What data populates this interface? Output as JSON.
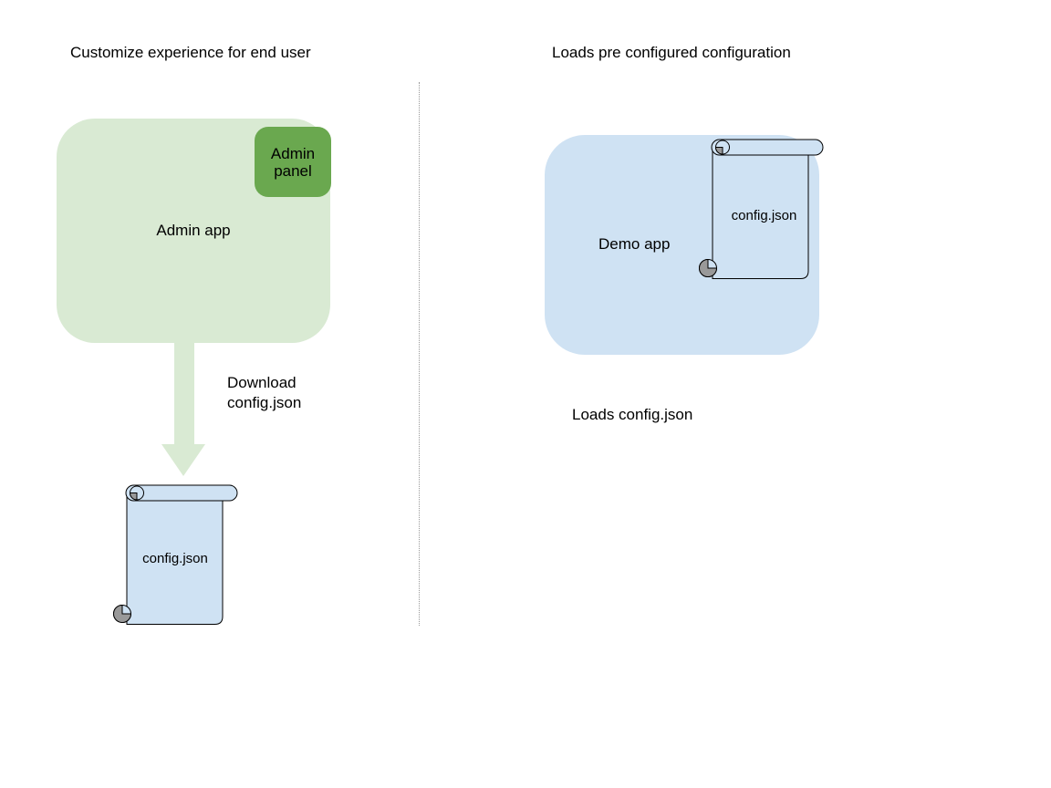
{
  "left_section": {
    "heading": "Customize experience for end user",
    "admin_app_label": "Admin app",
    "admin_panel": {
      "line1": "Admin",
      "line2": "panel"
    },
    "download_caption": {
      "line1": "Download",
      "line2": "config.json"
    },
    "config_file_label": "config.json"
  },
  "right_section": {
    "heading": "Loads pre configured configuration",
    "demo_app_label": "Demo app",
    "config_file_label": "config.json",
    "loads_caption": "Loads config.json"
  },
  "colors": {
    "light_green": "#d9ead3",
    "dark_green": "#6aa84f",
    "light_blue": "#cfe2f3",
    "curl_gray": "#999999",
    "outline": "#000000",
    "divider_gray": "#999999"
  }
}
